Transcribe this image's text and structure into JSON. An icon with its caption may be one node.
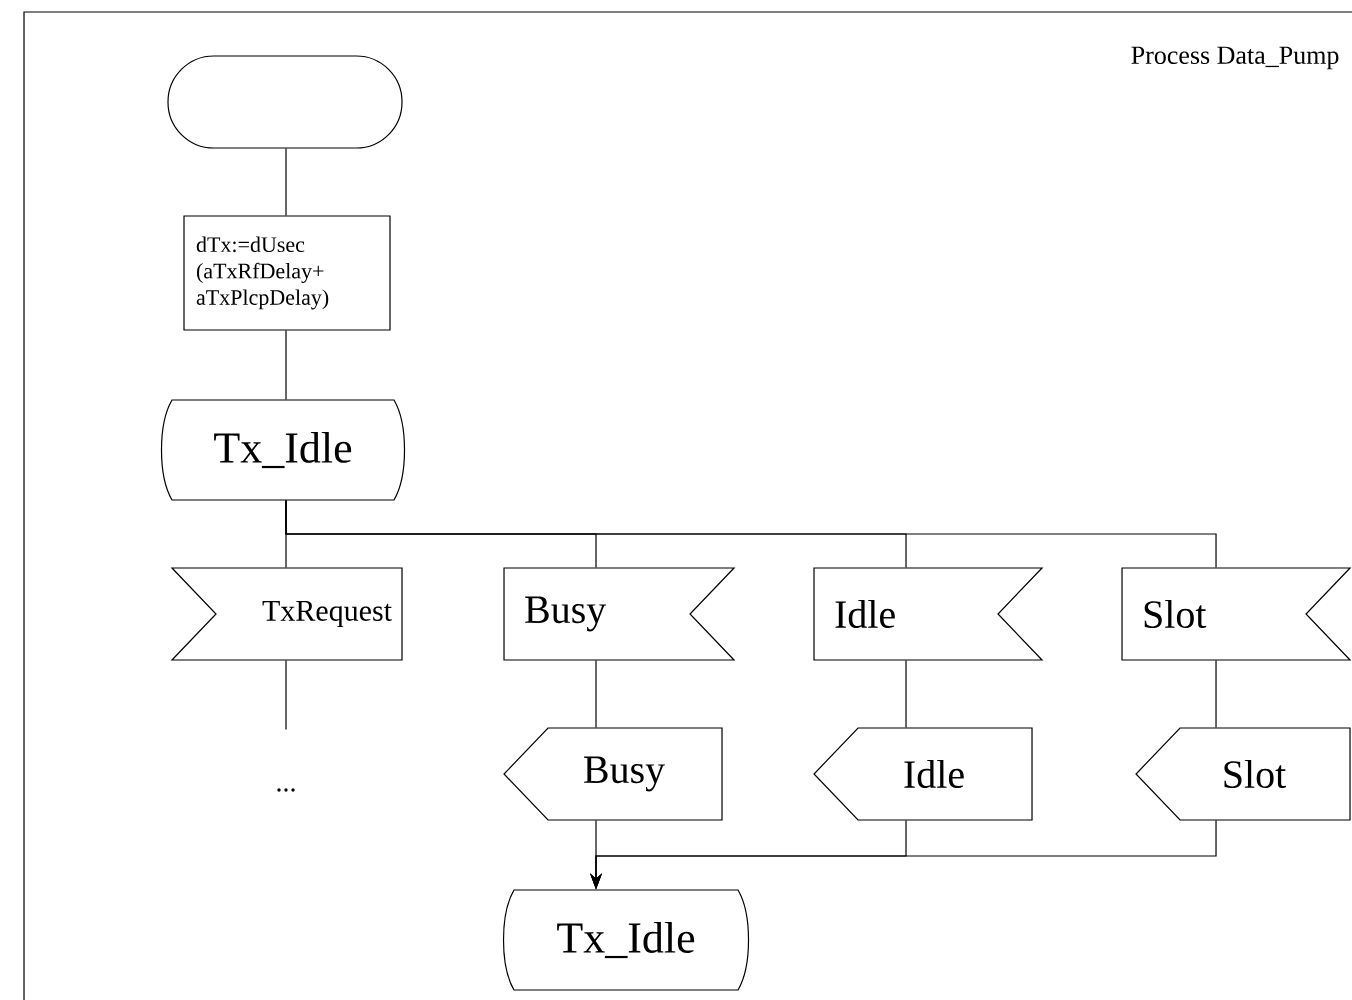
{
  "diagram": {
    "title": "Process Data_Pump",
    "nodes": [
      {
        "text": [],
        "shape": "oval"
      },
      {
        "text": [
          "dTx:=dUsec (aTxRfDelay+ aTxPlcpDelay)"
        ]
      },
      {
        "text": [
          "Tx_Idle"
        ]
      },
      {
        "text": [
          "TxRequest"
        ]
      },
      {
        "text": [
          "Busy"
        ]
      },
      {
        "text": [
          "Idle"
        ]
      },
      {
        "text": [
          "Slot"
        ]
      },
      {
        "text": [
          "..."
        ]
      },
      {
        "text": [
          "Busy"
        ]
      },
      {
        "text": [
          "Idle"
        ]
      },
      {
        "text": [
          "Slot"
        ]
      },
      {
        "text": [
          "Tx_Idle"
        ]
      }
    ],
    "edges": [
      {
        "from": 0,
        "to": 1,
        "arrow": "none"
      },
      {
        "from": 1,
        "to": 2,
        "arrow": "none"
      },
      {
        "from": 2,
        "to": 3,
        "arrow": "none"
      },
      {
        "from": 2,
        "to": 4,
        "arrow": "none"
      },
      {
        "from": 2,
        "to": 5,
        "arrow": "none"
      },
      {
        "from": 2,
        "to": 6,
        "arrow": "none"
      },
      {
        "from": 3,
        "to": 7,
        "arrow": "none"
      },
      {
        "from": 4,
        "to": 8,
        "arrow": "none"
      },
      {
        "from": 5,
        "to": 9,
        "arrow": "none"
      },
      {
        "from": 6,
        "to": 10,
        "arrow": "none"
      },
      {
        "from": 8,
        "to": 11,
        "arrow": "to"
      },
      {
        "from": 9,
        "to": 11,
        "arrow": "to"
      },
      {
        "from": 10,
        "to": 11,
        "arrow": "to"
      }
    ]
  }
}
